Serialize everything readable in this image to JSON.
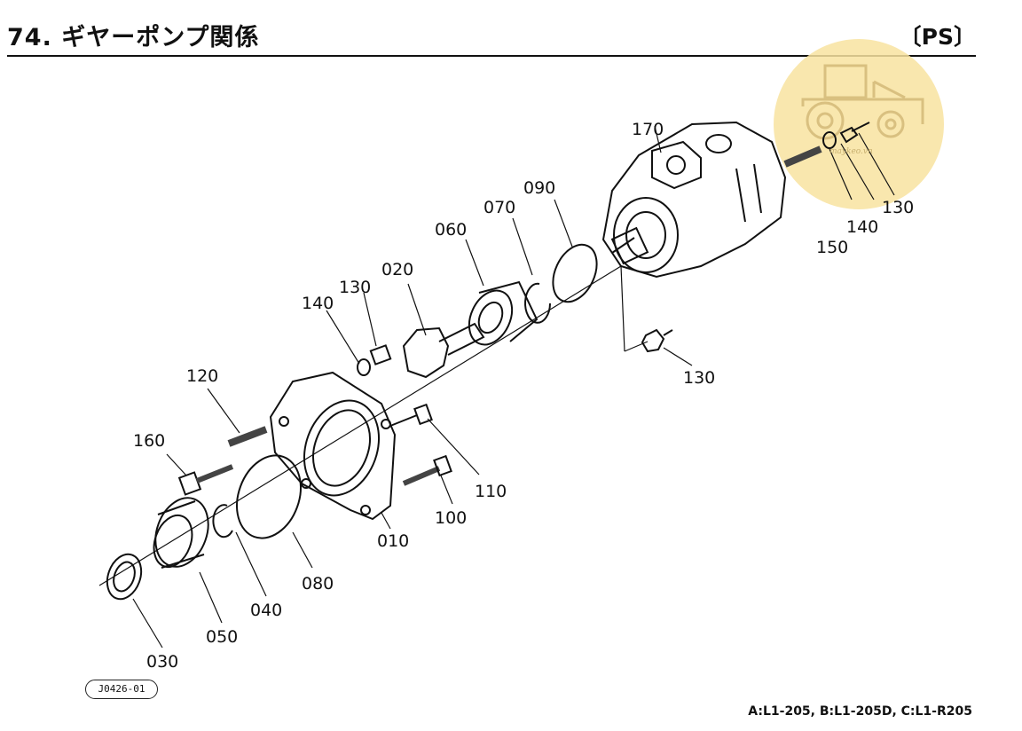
{
  "header": {
    "title": "74. ギヤーポンプ関係",
    "tag": "〔PS〕"
  },
  "labels": {
    "l170": "170",
    "l130a": "130",
    "l140a": "140",
    "l150": "150",
    "l090": "090",
    "l070": "070",
    "l060": "060",
    "l020": "020",
    "l130b": "130",
    "l140b": "140",
    "l130c": "130",
    "l120": "120",
    "l160": "160",
    "l110": "110",
    "l100": "100",
    "l010": "010",
    "l080": "080",
    "l040": "040",
    "l050": "050",
    "l030": "030"
  },
  "figure_id": "J0426-01",
  "footnote": "A:L1-205, B:L1-205D, C:L1-R205",
  "watermark": {
    "text": "maykeo.vn",
    "icon": "tractor-icon",
    "color": "#f8e3a0"
  }
}
